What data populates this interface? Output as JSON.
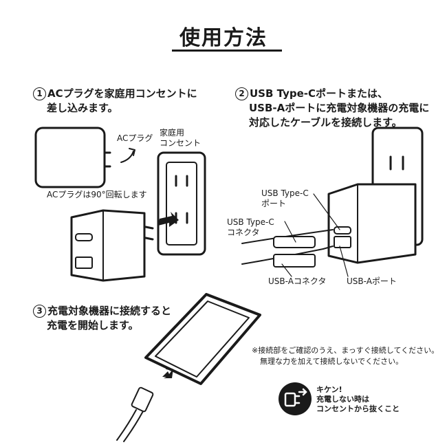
{
  "title": "使用方法",
  "step1": {
    "number": "1",
    "line1": "ACプラグを家庭用コンセントに",
    "line2": "差し込みます。",
    "plug_label": "ACプラグ",
    "outlet_label_1": "家庭用",
    "outlet_label_2": "コンセント",
    "rotate_label": "ACプラグは90°回転します"
  },
  "step2": {
    "number": "2",
    "line1": "USB Type-Cポートまたは、",
    "line2": "USB-Aポートに充電対象機器の充電に",
    "line3": "対応したケーブルを接続します。",
    "typec_port_1": "USB Type-C",
    "typec_port_2": "ポート",
    "typec_conn_1": "USB Type-C",
    "typec_conn_2": "コネクタ",
    "usba_conn": "USB-Aコネクタ",
    "usba_port": "USB-Aポート"
  },
  "step3": {
    "number": "3",
    "line1": "充電対象機器に接続すると",
    "line2": "充電を開始します。",
    "note1": "※接続部をご確認のうえ、まっすぐ接続してください。",
    "note2": "無理な力を加えて接続しないでください。"
  },
  "warning": {
    "line1": "キケン!",
    "line2": "充電しない時は",
    "line3": "コンセントから抜くこと"
  }
}
